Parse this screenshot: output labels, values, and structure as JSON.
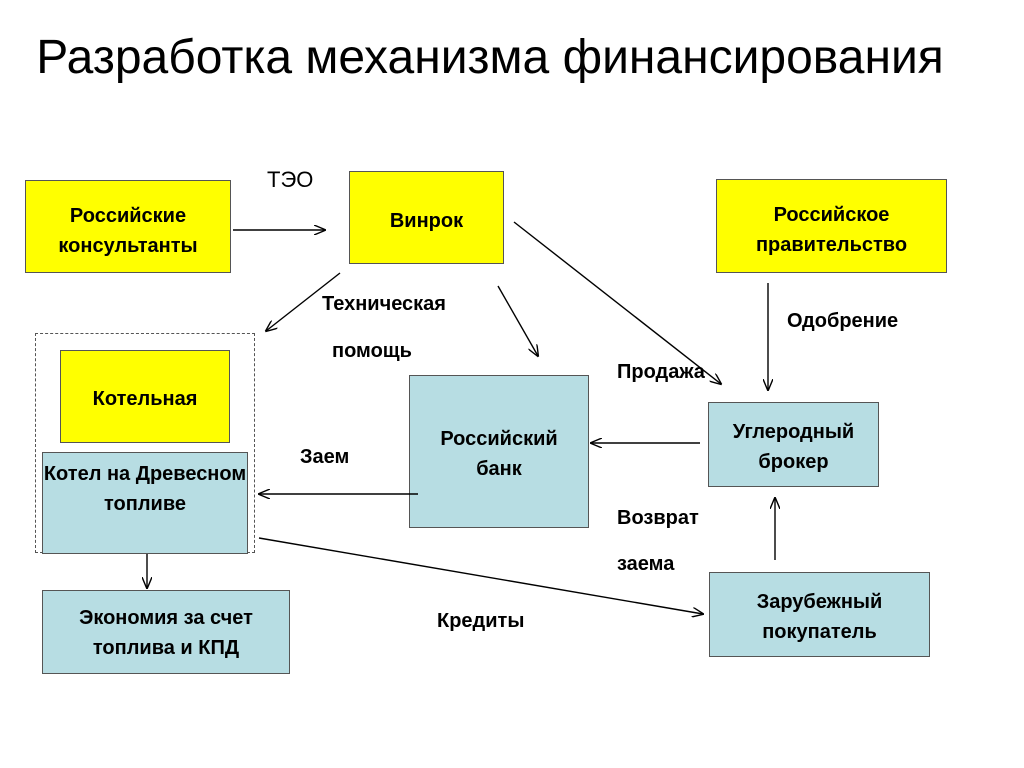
{
  "title": "Разработка механизма финансирования",
  "boxes": {
    "russian_consultants": "Российские консультанты",
    "vinrok": "Винрок",
    "russian_government": "Российское правительство",
    "boiler_house": "Котельная",
    "wood_boiler": "Котел на Древесном топливе",
    "russian_bank": "Российский банк",
    "carbon_broker": "Углеродный брокер",
    "savings": "Экономия за счет топлива и КПД",
    "foreign_buyer": "Зарубежный покупатель"
  },
  "labels": {
    "feasibility": "ТЭО",
    "tech_assistance_1": "Техническая",
    "tech_assistance_2": "помощь",
    "approval": "Одобрение",
    "sale": "Продажа",
    "loan": "Заем",
    "loan_return_1": "Возврат",
    "loan_return_2": "заема",
    "credits": "Кредиты"
  },
  "colors": {
    "yellow_box": "#ffff00",
    "teal_box": "#b7dde3"
  }
}
